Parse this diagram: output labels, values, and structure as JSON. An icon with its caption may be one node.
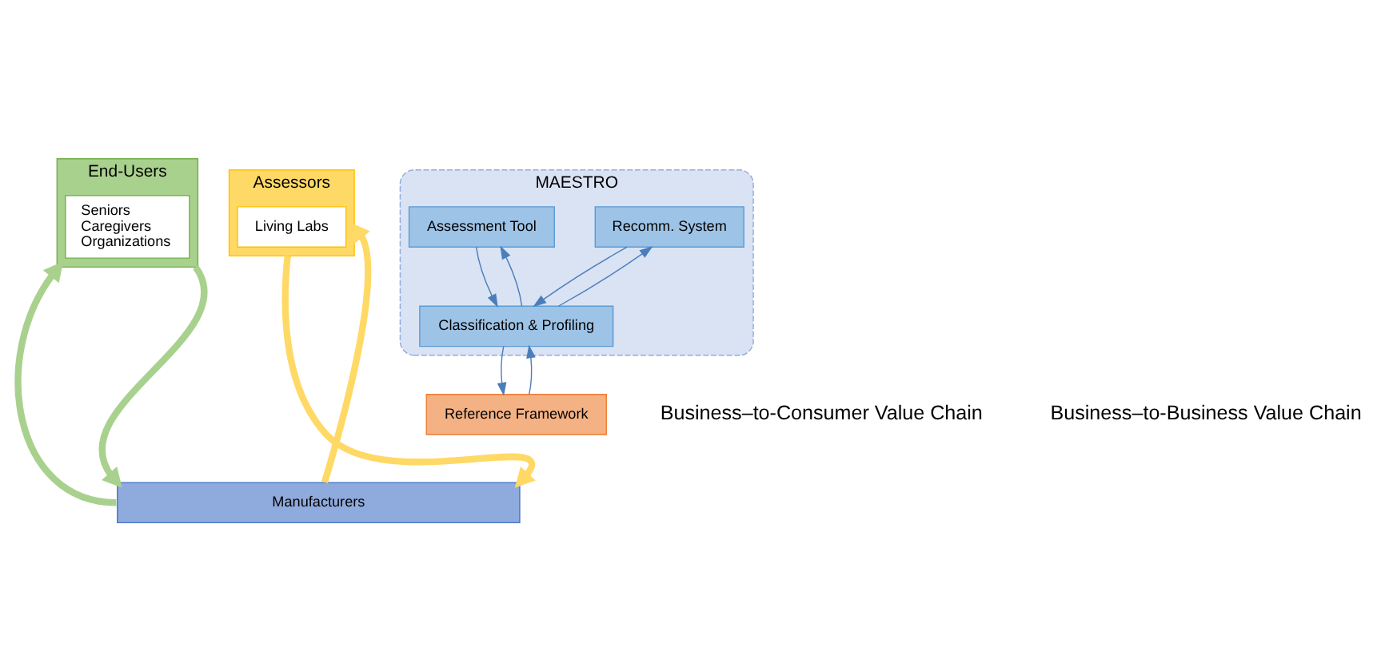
{
  "diagram": {
    "nodes": [
      {
        "text": [
          "End-Users"
        ]
      },
      {
        "text": [
          "Seniors",
          "Caregivers",
          "Organizations"
        ],
        "in": 0
      },
      {
        "text": [
          "MAESTRO"
        ]
      },
      {
        "text": [
          "Recomm. System"
        ],
        "in": 2
      },
      {
        "text": [
          "Assessment Tool"
        ],
        "in": 2
      },
      {
        "text": [
          "Classification & Profiling"
        ],
        "in": 2
      },
      {
        "text": [
          "Reference Framework"
        ]
      },
      {
        "text": [
          "Assessors"
        ]
      },
      {
        "text": [
          "Living Labs"
        ],
        "in": 7
      },
      {
        "text": [
          "Manufacturers"
        ]
      }
    ],
    "edges": [
      {
        "from": 5,
        "to": 3,
        "arrow": "to"
      },
      {
        "from": 5,
        "to": 4,
        "arrow": "to"
      },
      {
        "from": 3,
        "to": 5,
        "arrow": "to"
      },
      {
        "from": 4,
        "to": 5,
        "arrow": "to"
      },
      {
        "from": 5,
        "to": 6,
        "arrow": "to"
      },
      {
        "from": 6,
        "to": 5,
        "arrow": "to"
      },
      {
        "from": 9,
        "to": 0,
        "arrow": "to",
        "style": "thick",
        "color": "#a9d18e"
      },
      {
        "from": 0,
        "to": 9,
        "arrow": "to",
        "style": "thick",
        "color": "#a9d18e"
      },
      {
        "from": 7,
        "to": 9,
        "arrow": "to",
        "style": "thick",
        "color": "#ffd966"
      },
      {
        "from": 9,
        "to": 7,
        "arrow": "to",
        "style": "thick",
        "color": "#ffd966"
      }
    ],
    "labels": [
      "Business–to-Consumer Value Chain",
      "Business–to-Business Value Chain"
    ]
  }
}
